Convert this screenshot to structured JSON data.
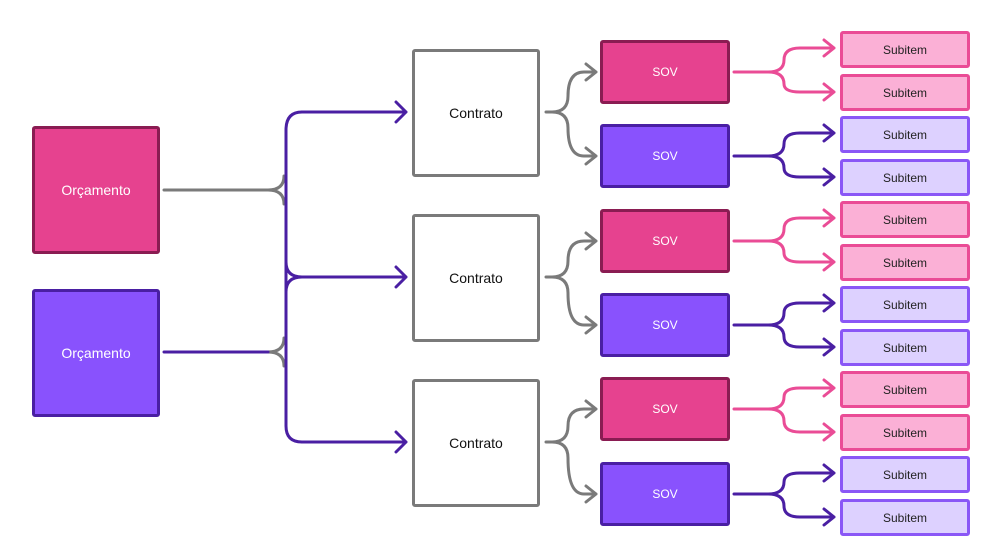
{
  "budgets": [
    {
      "label": "Orçamento",
      "variant": "pink"
    },
    {
      "label": "Orçamento",
      "variant": "purple"
    }
  ],
  "contracts": [
    {
      "label": "Contrato",
      "sovs": [
        {
          "label": "SOV",
          "variant": "pink",
          "subitems": [
            "Subitem",
            "Subitem"
          ]
        },
        {
          "label": "SOV",
          "variant": "purple",
          "subitems": [
            "Subitem",
            "Subitem"
          ]
        }
      ]
    },
    {
      "label": "Contrato",
      "sovs": [
        {
          "label": "SOV",
          "variant": "pink",
          "subitems": [
            "Subitem",
            "Subitem"
          ]
        },
        {
          "label": "SOV",
          "variant": "purple",
          "subitems": [
            "Subitem",
            "Subitem"
          ]
        }
      ]
    },
    {
      "label": "Contrato",
      "sovs": [
        {
          "label": "SOV",
          "variant": "pink",
          "subitems": [
            "Subitem",
            "Subitem"
          ]
        },
        {
          "label": "SOV",
          "variant": "purple",
          "subitems": [
            "Subitem",
            "Subitem"
          ]
        }
      ]
    }
  ],
  "colors": {
    "pink": "#e6428f",
    "purple": "#8952fd",
    "gray_connector": "#7a7a7a",
    "dark_purple_connector": "#4a1fa3",
    "pink_connector": "#ea4c96"
  }
}
